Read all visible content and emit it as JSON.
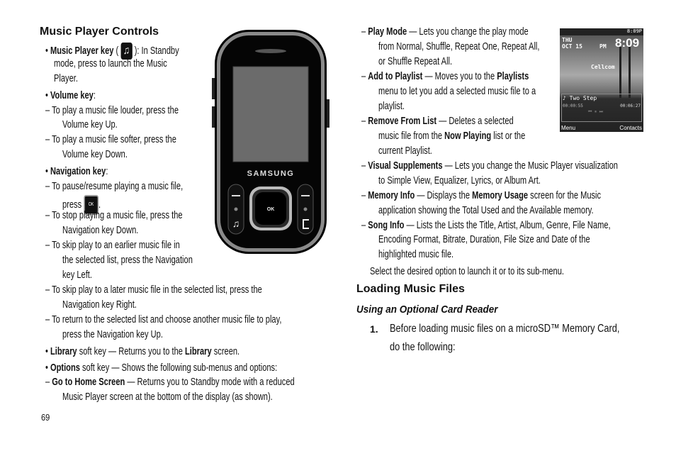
{
  "page_number": "69",
  "left": {
    "heading": "Music Player Controls",
    "lines": [
      {
        "kind": "bullet",
        "segs": [
          {
            "t": "Music Player key",
            "b": true
          },
          {
            "t": " ( "
          },
          {
            "icon": "music-key-icon"
          },
          {
            "t": " ): In Standby"
          }
        ]
      },
      {
        "kind": "cont1",
        "segs": [
          {
            "t": "mode, press to launch the Music"
          }
        ]
      },
      {
        "kind": "cont1",
        "segs": [
          {
            "t": "Player."
          }
        ]
      },
      {
        "kind": "bullet",
        "segs": [
          {
            "t": "Volume key",
            "b": true
          },
          {
            "t": ":"
          }
        ]
      },
      {
        "kind": "dash",
        "segs": [
          {
            "t": "To play a music file louder, press the"
          }
        ]
      },
      {
        "kind": "cont2",
        "segs": [
          {
            "t": "Volume key Up."
          }
        ]
      },
      {
        "kind": "dash",
        "segs": [
          {
            "t": "To play a music file softer, press the"
          }
        ]
      },
      {
        "kind": "cont2",
        "segs": [
          {
            "t": "Volume key Down."
          }
        ]
      },
      {
        "kind": "bullet",
        "segs": [
          {
            "t": "Navigation key",
            "b": true
          },
          {
            "t": ":"
          }
        ]
      },
      {
        "kind": "dash",
        "segs": [
          {
            "t": "To pause/resume playing a music file,"
          }
        ]
      },
      {
        "kind": "cont2",
        "segs": [
          {
            "t": "press "
          },
          {
            "icon": "ok-key-icon"
          },
          {
            "t": "."
          }
        ]
      },
      {
        "kind": "dash",
        "segs": [
          {
            "t": "To stop playing a music file, press the"
          }
        ]
      },
      {
        "kind": "cont2",
        "segs": [
          {
            "t": "Navigation key Down."
          }
        ]
      },
      {
        "kind": "dash",
        "segs": [
          {
            "t": "To skip play to an earlier music file in"
          }
        ]
      },
      {
        "kind": "cont2",
        "segs": [
          {
            "t": "the selected list, press the Navigation"
          }
        ]
      },
      {
        "kind": "cont2",
        "segs": [
          {
            "t": "key Left."
          }
        ]
      },
      {
        "kind": "dash",
        "segs": [
          {
            "t": "To skip play to a later music file in the selected list, press the"
          }
        ]
      },
      {
        "kind": "cont2",
        "segs": [
          {
            "t": "Navigation key Right."
          }
        ]
      },
      {
        "kind": "dash",
        "segs": [
          {
            "t": "To return to the selected list and choose another music file to play,"
          }
        ]
      },
      {
        "kind": "cont2",
        "segs": [
          {
            "t": "press the Navigation key Up."
          }
        ]
      },
      {
        "kind": "bullet",
        "segs": [
          {
            "t": "Library",
            "b": true
          },
          {
            "t": " soft key — Returns you to the "
          },
          {
            "t": "Library",
            "b": true
          },
          {
            "t": " screen."
          }
        ]
      },
      {
        "kind": "bullet",
        "segs": [
          {
            "t": "Options",
            "b": true
          },
          {
            "t": " soft key — Shows the following sub-menus and options:"
          }
        ]
      },
      {
        "kind": "dash",
        "segs": [
          {
            "t": "Go to Home Screen",
            "b": true
          },
          {
            "t": " — Returns you to Standby mode with a reduced"
          }
        ]
      },
      {
        "kind": "cont2",
        "segs": [
          {
            "t": "Music Player screen at the bottom of the display (as shown)."
          }
        ]
      }
    ]
  },
  "right": {
    "lines": [
      {
        "kind": "rdash",
        "segs": [
          {
            "t": "Play Mode",
            "b": true
          },
          {
            "t": " — Lets you change the play mode"
          }
        ]
      },
      {
        "kind": "rcont",
        "segs": [
          {
            "t": "from Normal, Shuffle, Repeat One, Repeat All,"
          }
        ]
      },
      {
        "kind": "rcont",
        "segs": [
          {
            "t": "or Shuffle Repeat All."
          }
        ]
      },
      {
        "kind": "rdash",
        "segs": [
          {
            "t": "Add to Playlist",
            "b": true
          },
          {
            "t": " — Moves you to the "
          },
          {
            "t": "Playlists",
            "b": true
          }
        ]
      },
      {
        "kind": "rcont",
        "segs": [
          {
            "t": "menu to let you add a selected music file to a"
          }
        ]
      },
      {
        "kind": "rcont",
        "segs": [
          {
            "t": "playlist."
          }
        ]
      },
      {
        "kind": "rdash",
        "segs": [
          {
            "t": "Remove From List",
            "b": true
          },
          {
            "t": " — Deletes a selected"
          }
        ]
      },
      {
        "kind": "rcont",
        "segs": [
          {
            "t": "music file from the "
          },
          {
            "t": "Now Playing",
            "b": true
          },
          {
            "t": " list or the"
          }
        ]
      },
      {
        "kind": "rcont",
        "segs": [
          {
            "t": "current Playlist."
          }
        ]
      },
      {
        "kind": "rdash",
        "segs": [
          {
            "t": "Visual Supplements",
            "b": true
          },
          {
            "t": " — Lets you change the Music Player visualization"
          }
        ]
      },
      {
        "kind": "rcont",
        "segs": [
          {
            "t": "to Simple View, Equalizer, Lyrics, or Album Art."
          }
        ]
      },
      {
        "kind": "rdash",
        "segs": [
          {
            "t": "Memory Info",
            "b": true
          },
          {
            "t": " — Displays the "
          },
          {
            "t": "Memory Usage",
            "b": true
          },
          {
            "t": " screen for the Music"
          }
        ]
      },
      {
        "kind": "rcont",
        "segs": [
          {
            "t": "application showing the Total Used and the Available memory."
          }
        ]
      },
      {
        "kind": "rdash",
        "segs": [
          {
            "t": "Song Info",
            "b": true
          },
          {
            "t": " — Lists the Lists the Title, Artist, Album, Genre, File Name,"
          }
        ]
      },
      {
        "kind": "rcont",
        "segs": [
          {
            "t": "Encoding Format, Bitrate, Duration, File Size and Date of the"
          }
        ]
      },
      {
        "kind": "rcont",
        "segs": [
          {
            "t": "highlighted music file."
          }
        ]
      },
      {
        "kind": "rplain",
        "segs": [
          {
            "t": "Select the desired option to launch it or to its sub-menu."
          }
        ]
      }
    ],
    "section_heading": "Loading Music Files",
    "subheading": "Using an Optional Card Reader",
    "step_number": "1.",
    "step_lines": [
      "Before loading music files on a microSD™ Memory Card,",
      "do the following:"
    ]
  },
  "phone": {
    "brand": "SAMSUNG",
    "ok_label": "OK",
    "icons": [
      "speaker-grille-icon",
      "soft-key-left-icon",
      "music-key-icon",
      "ok-key-icon",
      "soft-key-right-icon",
      "clear-key-icon"
    ]
  },
  "screenshot": {
    "status_time": "8:09P",
    "day": "THU",
    "date": "OCT 15",
    "ampm": "PM",
    "clock": "8:09",
    "carrier": "Cellcom",
    "track": "Two Step",
    "elapsed": "00:00:55",
    "total": "00:06:27",
    "left_softkey": "Menu",
    "right_softkey": "Contacts"
  }
}
